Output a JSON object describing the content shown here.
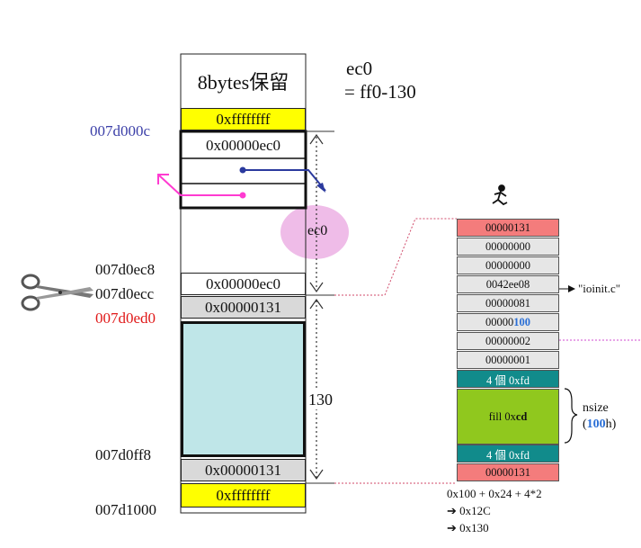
{
  "main_stack": {
    "reserved_label": "8bytes保留",
    "cells": {
      "top_fill": "0xffffffff",
      "first_header": "0x00000ec0",
      "prev_header": "0x00000ec0",
      "cur_header": "0x00000131",
      "tail_header": "0x00000131",
      "bottom_fill": "0xffffffff"
    },
    "addresses": {
      "a1": "007d000c",
      "a2": "007d0ec8",
      "a3": "007d0ecc",
      "a4": "007d0ed0",
      "a5": "007d0ff8",
      "a6": "007d1000"
    },
    "blob_label": "ec0",
    "size_label": "130"
  },
  "equation": {
    "line1": "ec0",
    "line2": "= ff0-130"
  },
  "detail_block": {
    "rows": [
      {
        "text": "00000131",
        "bold_suffix": ""
      },
      {
        "text": "00000000",
        "bold_suffix": ""
      },
      {
        "text": "00000000",
        "bold_suffix": ""
      },
      {
        "text": "0042ee08",
        "bold_suffix": ""
      },
      {
        "text": "00000081",
        "bold_suffix": ""
      },
      {
        "text": "00000",
        "bold_suffix": "100"
      },
      {
        "text": "00000002",
        "bold_suffix": ""
      },
      {
        "text": "00000001",
        "bold_suffix": ""
      }
    ],
    "guard_top": "4 個 0xfd",
    "fill_prefix": "fill 0x",
    "fill_bold": "cd",
    "guard_bottom": "4 個 0xfd",
    "tail": "00000131",
    "file_label": "\"ioinit.c\"",
    "nsize_label": "nsize",
    "nsize_open": "(",
    "nsize_value": "100",
    "nsize_close": "h)"
  },
  "calc": {
    "line1": "0x100 + 0x24 + 4*2",
    "arrow": "➔",
    "line2": "0x12C",
    "line3": "0x130"
  },
  "colors": {
    "yellow": "#ffff00",
    "gray": "#d9d9d9",
    "cyan": "#bfe6e8",
    "pink": "#f47c7c",
    "teal": "#118b8b",
    "green": "#90c81e",
    "blob": "#e38ad6",
    "blue_arrow": "#2b3a9e",
    "magenta_arrow": "#ff3bd1",
    "red_addr": "#e01818",
    "blue_addr": "#3b3fa8"
  }
}
